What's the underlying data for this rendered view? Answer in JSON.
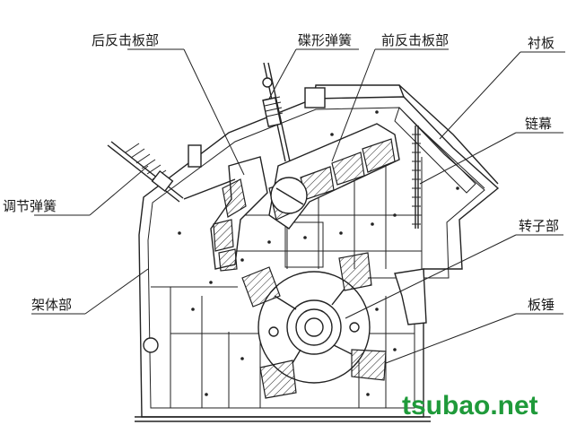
{
  "labels": {
    "rear_impact_plate": "后反击板部",
    "disc_spring": "碟形弹簧",
    "front_impact_plate": "前反击板部",
    "liner": "衬板",
    "chain_curtain": "链幕",
    "adjusting_spring": "调节弹簧",
    "rotor": "转子部",
    "frame": "架体部",
    "hammer": "板锤"
  },
  "watermark": "tsubao.net",
  "colors": {
    "line": "#222222",
    "background": "#ffffff",
    "watermark": "#1f9a3a"
  }
}
